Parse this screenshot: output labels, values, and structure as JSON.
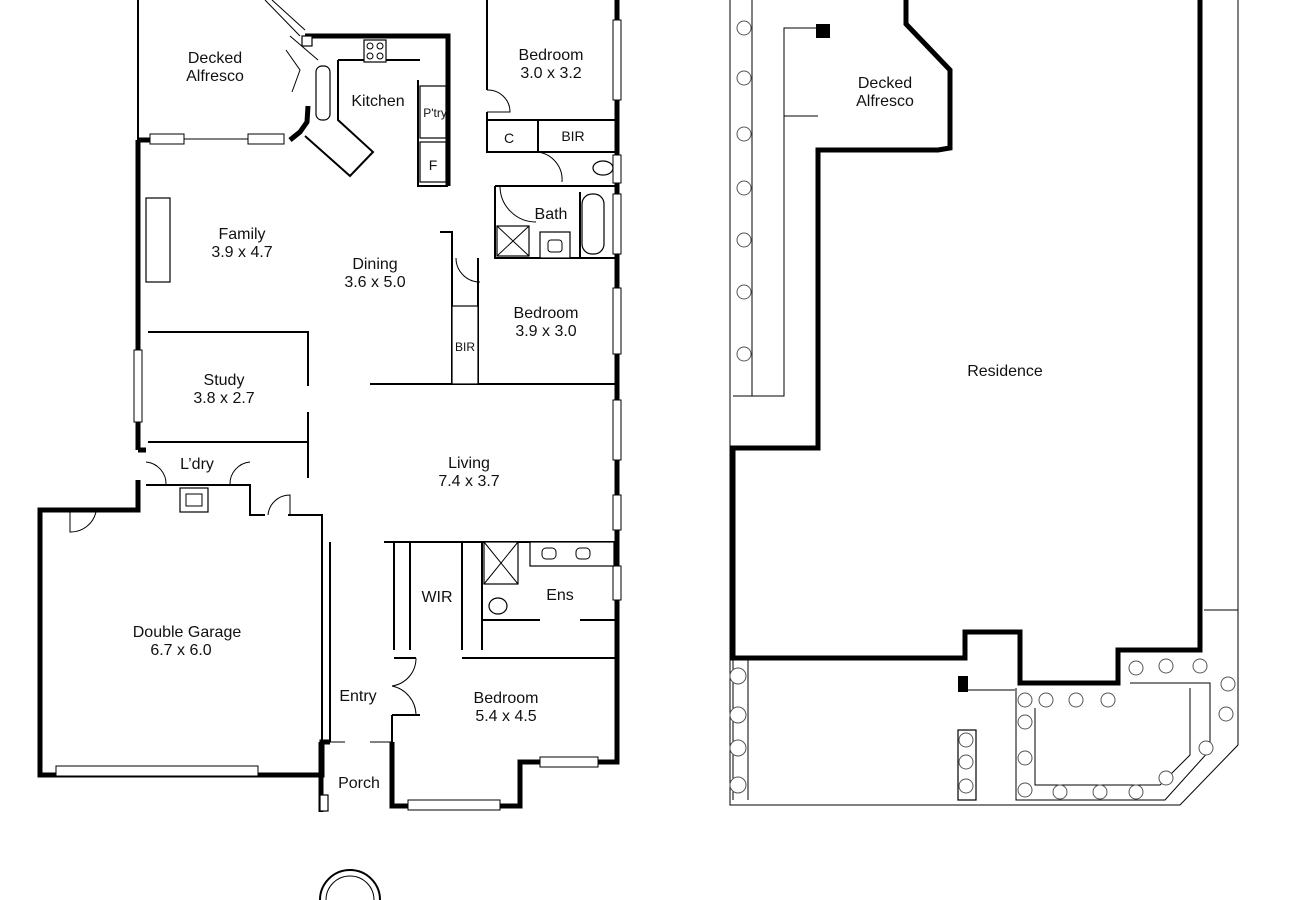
{
  "floor_plan": {
    "rooms": {
      "decked_alfresco": {
        "name_line1": "Decked",
        "name_line2": "Alfresco"
      },
      "kitchen": {
        "name": "Kitchen"
      },
      "pantry": {
        "name": "P'try"
      },
      "fridge": {
        "name": "F"
      },
      "bedroom2": {
        "name": "Bedroom",
        "size": "3.0 x 3.2"
      },
      "cupboard": {
        "name": "C"
      },
      "bir_top": {
        "name": "BIR"
      },
      "bath": {
        "name": "Bath"
      },
      "family": {
        "name": "Family",
        "size": "3.9 x 4.7"
      },
      "dining": {
        "name": "Dining",
        "size": "3.6 x 5.0"
      },
      "bedroom3": {
        "name": "Bedroom",
        "size": "3.9 x 3.0"
      },
      "bir_mid": {
        "name": "BIR"
      },
      "study": {
        "name": "Study",
        "size": "3.8 x 2.7"
      },
      "laundry": {
        "name": "L’dry"
      },
      "living": {
        "name": "Living",
        "size": "7.4 x 3.7"
      },
      "garage": {
        "name": "Double Garage",
        "size": "6.7 x 6.0"
      },
      "wir": {
        "name": "WIR"
      },
      "ensuite": {
        "name": "Ens"
      },
      "entry": {
        "name": "Entry"
      },
      "master": {
        "name": "Bedroom",
        "size": "5.4 x 4.5"
      },
      "porch": {
        "name": "Porch"
      }
    }
  },
  "site_plan": {
    "alfresco": {
      "name_line1": "Decked",
      "name_line2": "Alfresco"
    },
    "residence": {
      "name": "Residence"
    }
  }
}
